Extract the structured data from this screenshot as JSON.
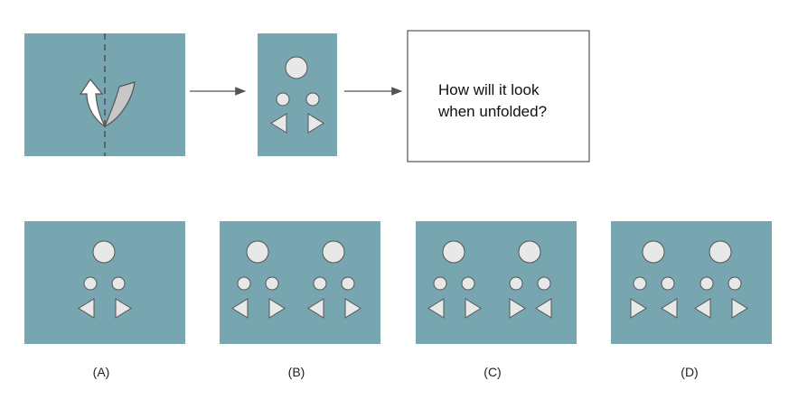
{
  "colors": {
    "panel": "#78a6b0",
    "shape_fill": "#e8e8e8",
    "shape_stroke": "#555555",
    "arrow": "#555555",
    "fold_line": "#4d4d4d"
  },
  "question": {
    "line1": "How will it look",
    "line2": "when unfolded?"
  },
  "icons": {
    "fold": "fold-arrow-icon",
    "next": "right-arrow-icon"
  },
  "options": [
    {
      "label": "(A)"
    },
    {
      "label": "(B)"
    },
    {
      "label": "(C)"
    },
    {
      "label": "(D)"
    }
  ]
}
